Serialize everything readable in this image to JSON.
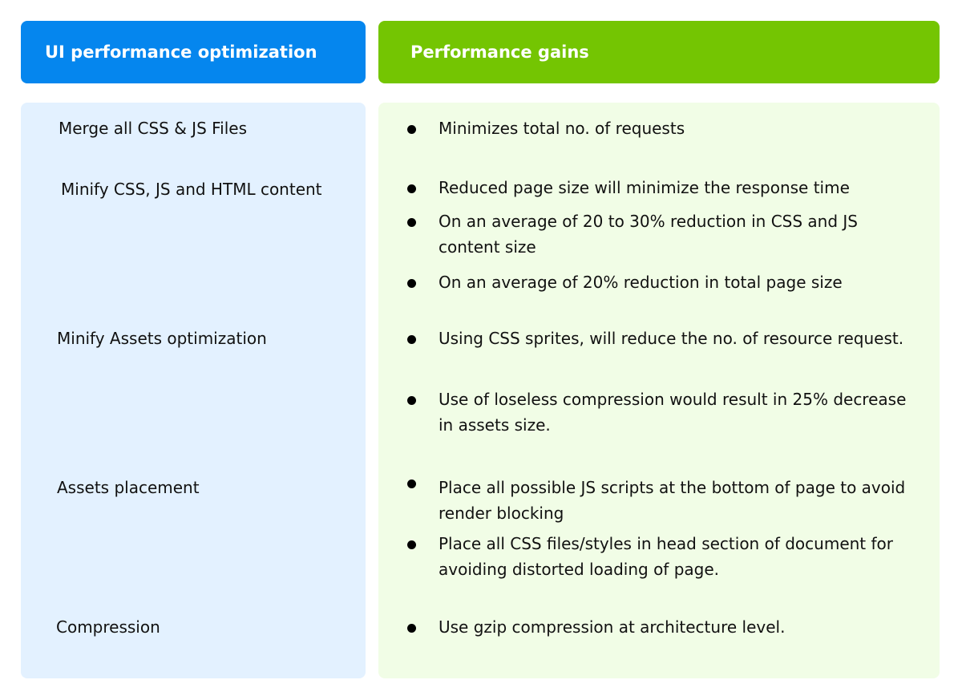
{
  "header": {
    "left_title": "UI performance optimization",
    "right_title": "Performance gains"
  },
  "rows": [
    {
      "optimization": "Merge all CSS & JS Files",
      "gains": [
        "Minimizes total no. of requests"
      ]
    },
    {
      "optimization": "Minify CSS, JS and HTML content",
      "gains": [
        "Reduced page size will minimize the response time",
        "On an average of 20 to 30% reduction in CSS and JS content size",
        "On an average of 20% reduction in total page size"
      ]
    },
    {
      "optimization": "Minify Assets optimization",
      "gains": [
        "Using CSS sprites, will reduce the no. of resource request.",
        "Use of loseless compression would result in 25% decrease in assets size."
      ]
    },
    {
      "optimization": "Assets placement",
      "gains": [
        "Place all possible JS scripts at the bottom of page to avoid render blocking",
        "Place all CSS files/styles in head section of document for avoiding distorted loading of page."
      ]
    },
    {
      "optimization": "Compression",
      "gains": [
        "Use gzip compression at architecture level."
      ]
    }
  ]
}
